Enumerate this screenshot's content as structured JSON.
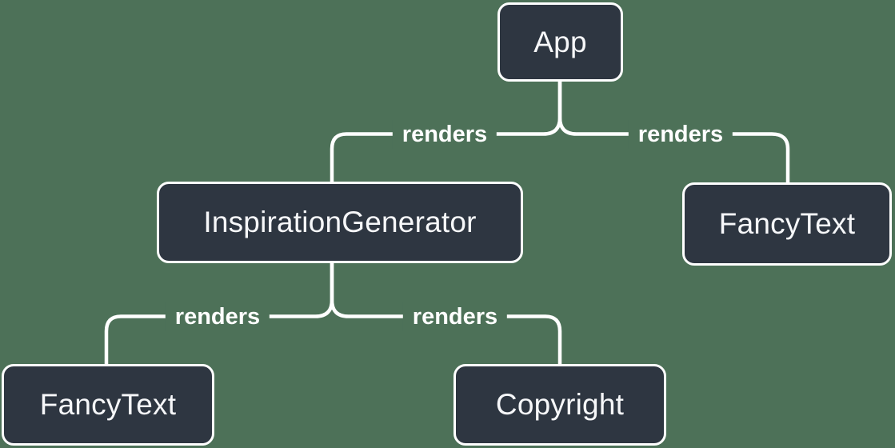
{
  "colors": {
    "background": "#4d7158",
    "node_fill": "#2e3641",
    "node_border": "#ffffff",
    "line": "#ffffff",
    "node_text": "#f6f7f9"
  },
  "diagram": {
    "type": "component-render-tree",
    "nodes": [
      {
        "id": "app",
        "label": "App"
      },
      {
        "id": "inspiration-generator",
        "label": "InspirationGenerator"
      },
      {
        "id": "fancy-text-top",
        "label": "FancyText"
      },
      {
        "id": "fancy-text-bottom",
        "label": "FancyText"
      },
      {
        "id": "copyright",
        "label": "Copyright"
      }
    ],
    "edges": [
      {
        "from": "App",
        "to": "InspirationGenerator",
        "label": "renders"
      },
      {
        "from": "App",
        "to": "FancyText",
        "label": "renders"
      },
      {
        "from": "InspirationGenerator",
        "to": "FancyText",
        "label": "renders"
      },
      {
        "from": "InspirationGenerator",
        "to": "Copyright",
        "label": "renders"
      }
    ]
  }
}
